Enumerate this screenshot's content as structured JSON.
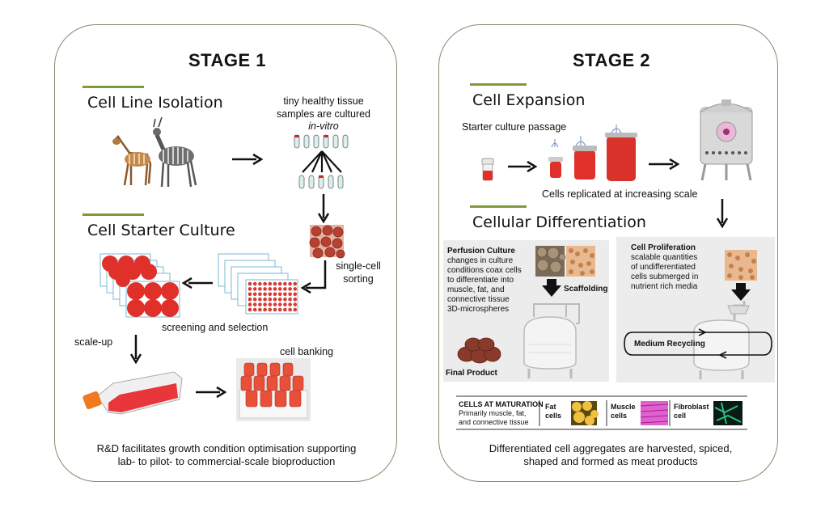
{
  "stage1": {
    "title": "STAGE 1",
    "cell_line_isolation": "Cell Line Isolation",
    "tissue_line1": "tiny healthy tissue",
    "tissue_line2": "samples are cultured",
    "tissue_line3": "in-vitro",
    "cell_starter_culture": "Cell Starter Culture",
    "single_cell_line1": "single-cell",
    "single_cell_line2": "sorting",
    "screening": "screening and selection",
    "scale_up": "scale-up",
    "cell_banking": "cell banking",
    "footer_line1": "R&D facilitates growth condition optimisation supporting",
    "footer_line2": "lab- to pilot- to commercial-scale bioproduction"
  },
  "stage2": {
    "title": "STAGE 2",
    "cell_expansion": "Cell Expansion",
    "starter_passage": "Starter culture passage",
    "replicated": "Cells replicated at increasing scale",
    "cellular_differentiation": "Cellular Differentiation",
    "perfusion_title": "Perfusion Culture",
    "perfusion_body": [
      "changes in culture",
      "conditions coax cells",
      "to differentiate into",
      "muscle, fat, and",
      "connective tissue",
      "3D-microspheres"
    ],
    "scaffolding": "Scaffolding",
    "final_product": "Final Product",
    "proliferation_title": "Cell Proliferation",
    "proliferation_body": [
      "scalable quantities",
      "of undifferentiated",
      "cells submerged in",
      "nutrient rich media"
    ],
    "medium_recycling": "Medium Recycling",
    "maturation_title": "CELLS AT MATURATION",
    "maturation_body1": "Primarily muscle, fat,",
    "maturation_body2": "and connective tissue",
    "fat_line1": "Fat",
    "fat_line2": "cells",
    "muscle_line1": "Muscle",
    "muscle_line2": "cells",
    "fibro_line1": "Fibroblast",
    "fibro_line2": "cell",
    "footer_line1": "Differentiated cell aggregates are harvested, spiced,",
    "footer_line2": "shaped and formed as meat products"
  },
  "colors": {
    "accent_green": "#7f9a3a",
    "media_red": "#e0302a",
    "panel_border": "#8a8a6a"
  },
  "icons": [
    "antelope-icon",
    "test-tube-icon",
    "cell-micrograph-icon",
    "well-plate-icon",
    "culture-flask-icon",
    "cell-bank-icon",
    "vial-icon",
    "bioreactor-icon",
    "tank-icon",
    "microsphere-icon",
    "meat-icon"
  ]
}
